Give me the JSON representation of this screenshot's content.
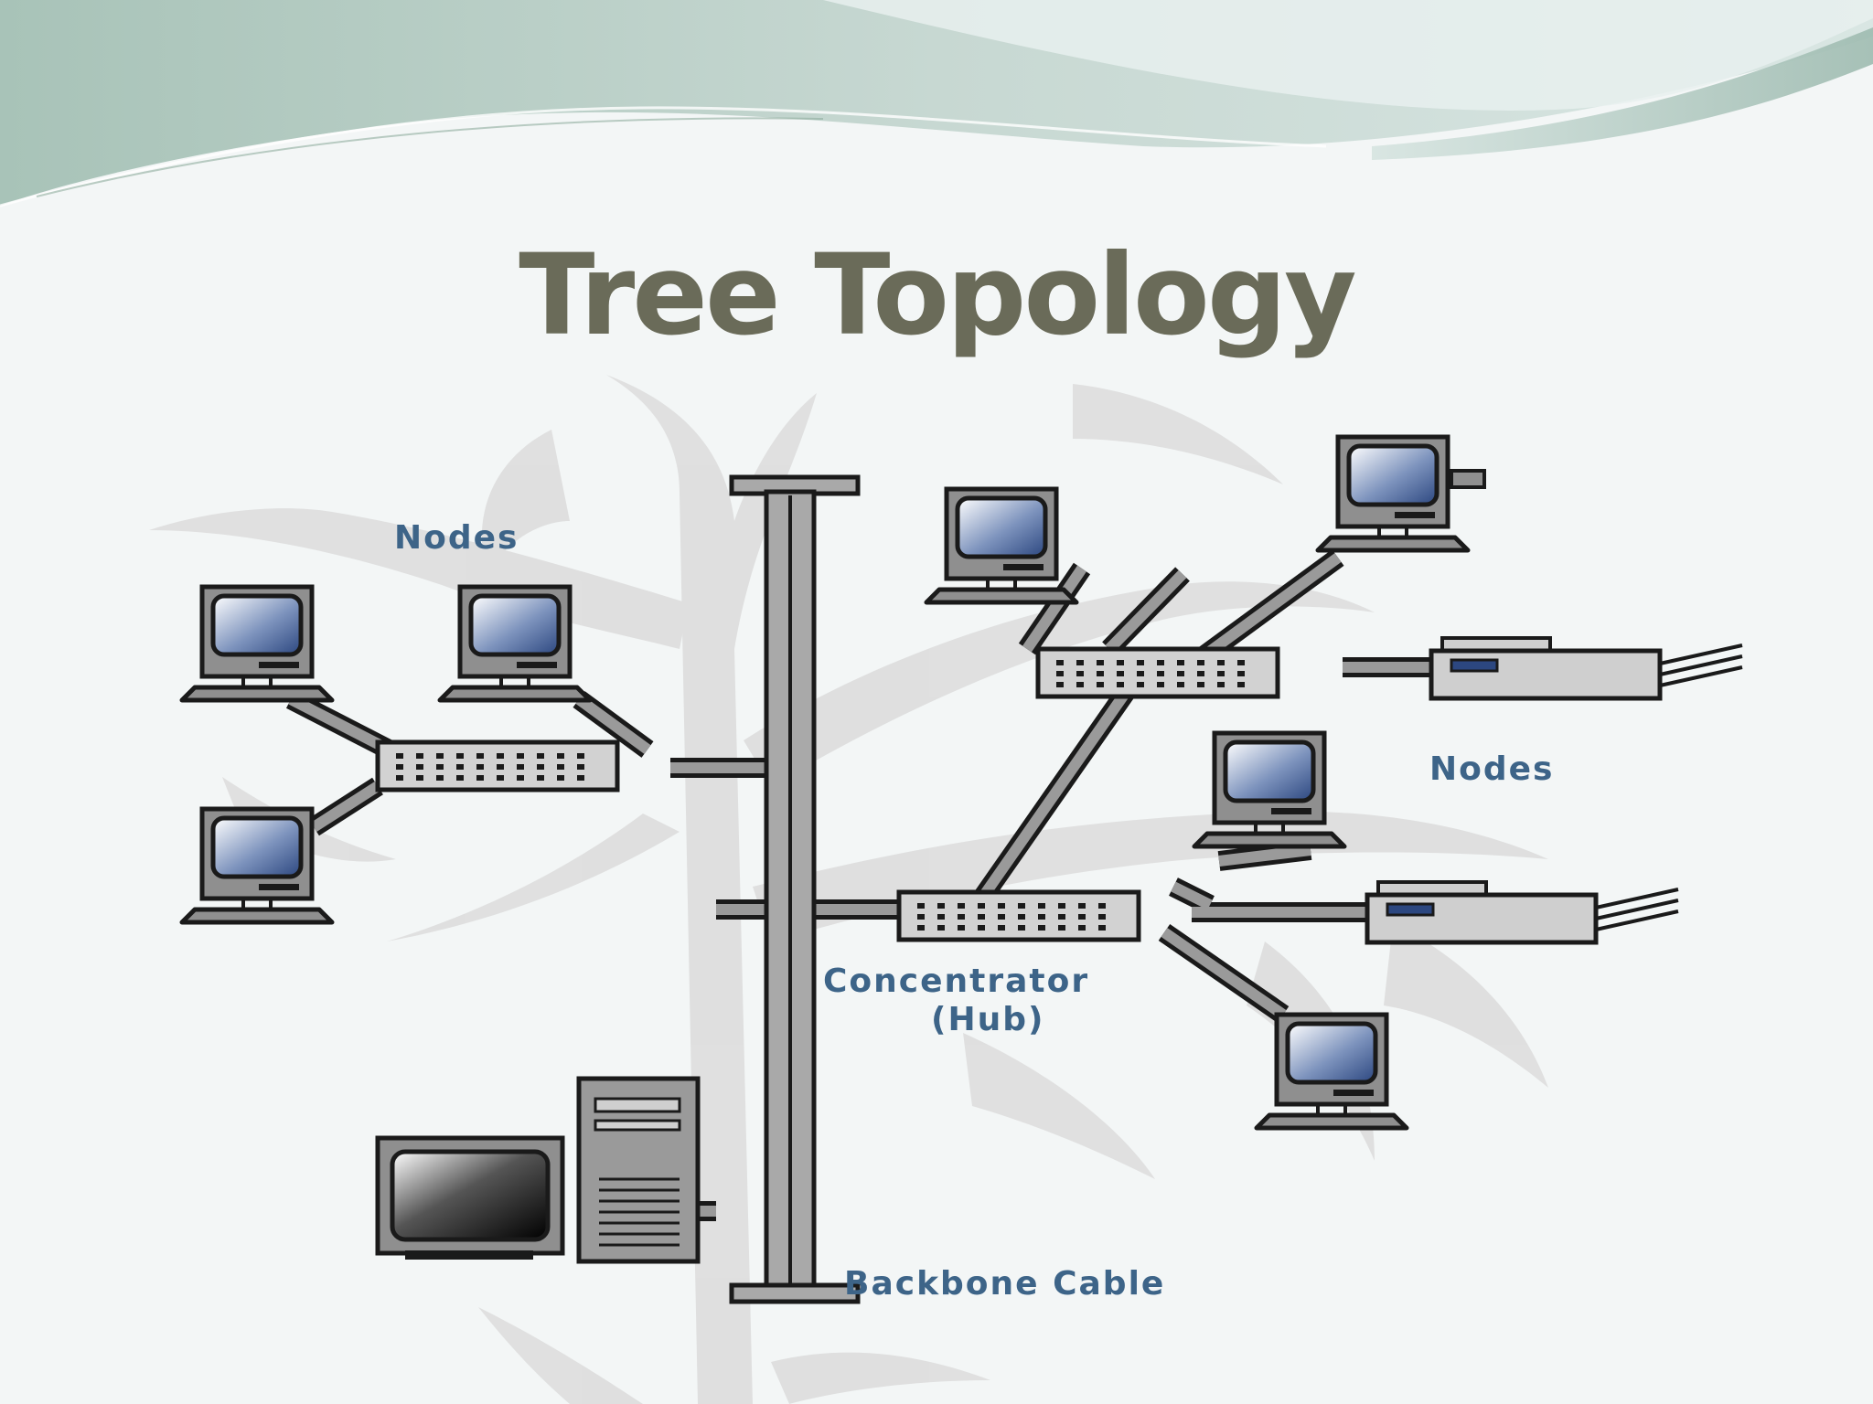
{
  "slide": {
    "title": "Tree Topology"
  },
  "diagram": {
    "labels": {
      "nodes_left": "Nodes",
      "nodes_right": "Nodes",
      "concentrator_line1": "Concentrator",
      "concentrator_line2": "(Hub)",
      "backbone": "Backbone Cable"
    },
    "icons": [
      "computer-icon",
      "hub-icon",
      "printer-icon",
      "server-icon"
    ]
  },
  "colors": {
    "title": "#6a6b59",
    "label": "#3d6488",
    "cable": "#9a9a9a",
    "outline": "#1a1a1a",
    "header_wave": "#b9cfc8"
  }
}
